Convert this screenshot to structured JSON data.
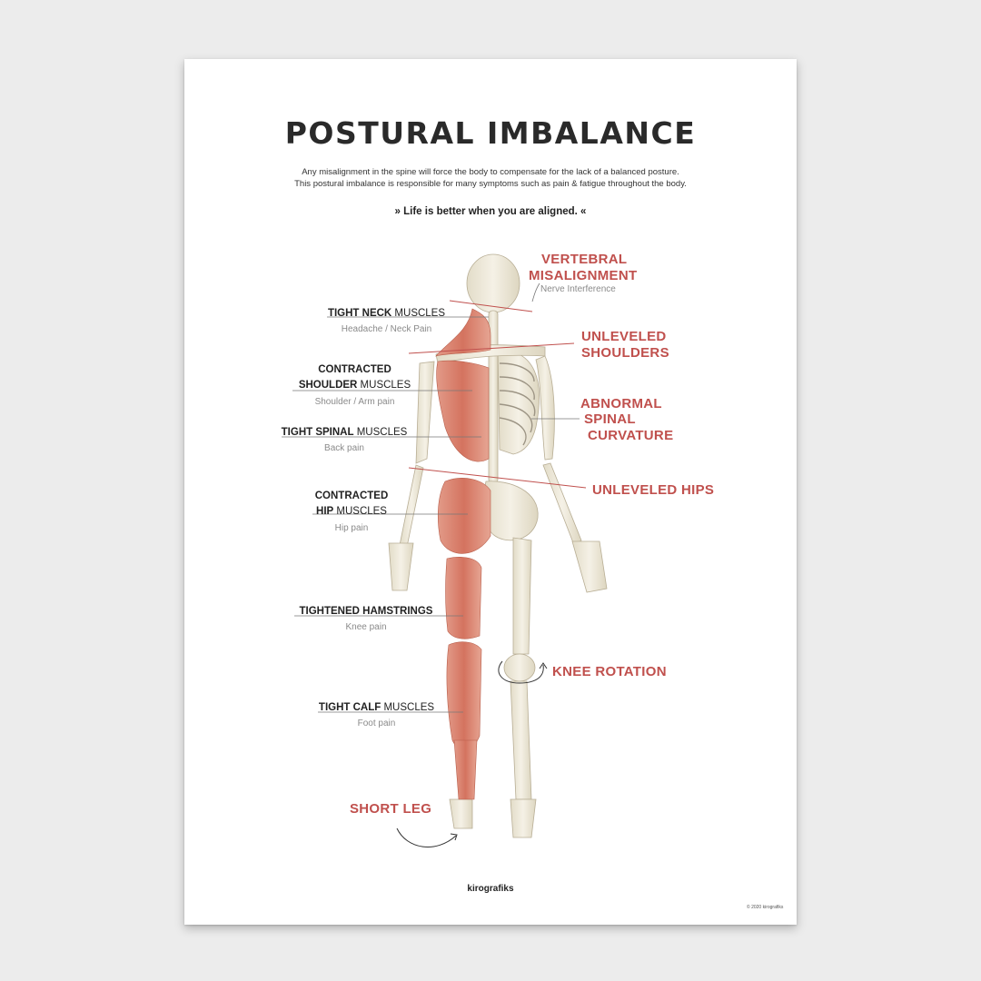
{
  "title": "POSTURAL IMBALANCE",
  "subtitle_line1": "Any misalignment in the spine will force the body to compensate for the lack of a balanced posture.",
  "subtitle_line2": "This postural imbalance is responsible for many symptoms such as pain & fatigue throughout the body.",
  "tagline": "» Life is better when you are aligned. «",
  "left_labels": {
    "neck": {
      "bold": "TIGHT NECK",
      "normal": " MUSCLES",
      "symptom": "Headache / Neck Pain"
    },
    "shoulder": {
      "line1": "CONTRACTED",
      "bold": "SHOULDER",
      "normal": " MUSCLES",
      "symptom": "Shoulder / Arm pain"
    },
    "spinal": {
      "bold": "TIGHT SPINAL",
      "normal": " MUSCLES",
      "symptom": "Back pain"
    },
    "hip": {
      "line1": "CONTRACTED",
      "bold": "HIP",
      "normal": " MUSCLES",
      "symptom": "Hip pain"
    },
    "hamstrings": {
      "bold": "TIGHTENED HAMSTRINGS",
      "symptom": "Knee pain"
    },
    "calf": {
      "bold": "TIGHT CALF",
      "normal": " MUSCLES",
      "symptom": "Foot pain"
    }
  },
  "right_labels": {
    "vertebral_1": "VERTEBRAL",
    "vertebral_2": "MISALIGNMENT",
    "vertebral_sub": "Nerve Interference",
    "shoulders_1": "UNLEVELED",
    "shoulders_2": "SHOULDERS",
    "curvature_1": "ABNORMAL",
    "curvature_2": "SPINAL",
    "curvature_3": "CURVATURE",
    "hips": "UNLEVELED HIPS",
    "knee": "KNEE ROTATION",
    "short_leg": "SHORT LEG"
  },
  "brand": "kirografiks",
  "copyright": "© 2020 kirografiks",
  "colors": {
    "accent": "#c0504d",
    "muscle": "#d9806e",
    "bone": "#ece6d4",
    "text": "#222222"
  }
}
